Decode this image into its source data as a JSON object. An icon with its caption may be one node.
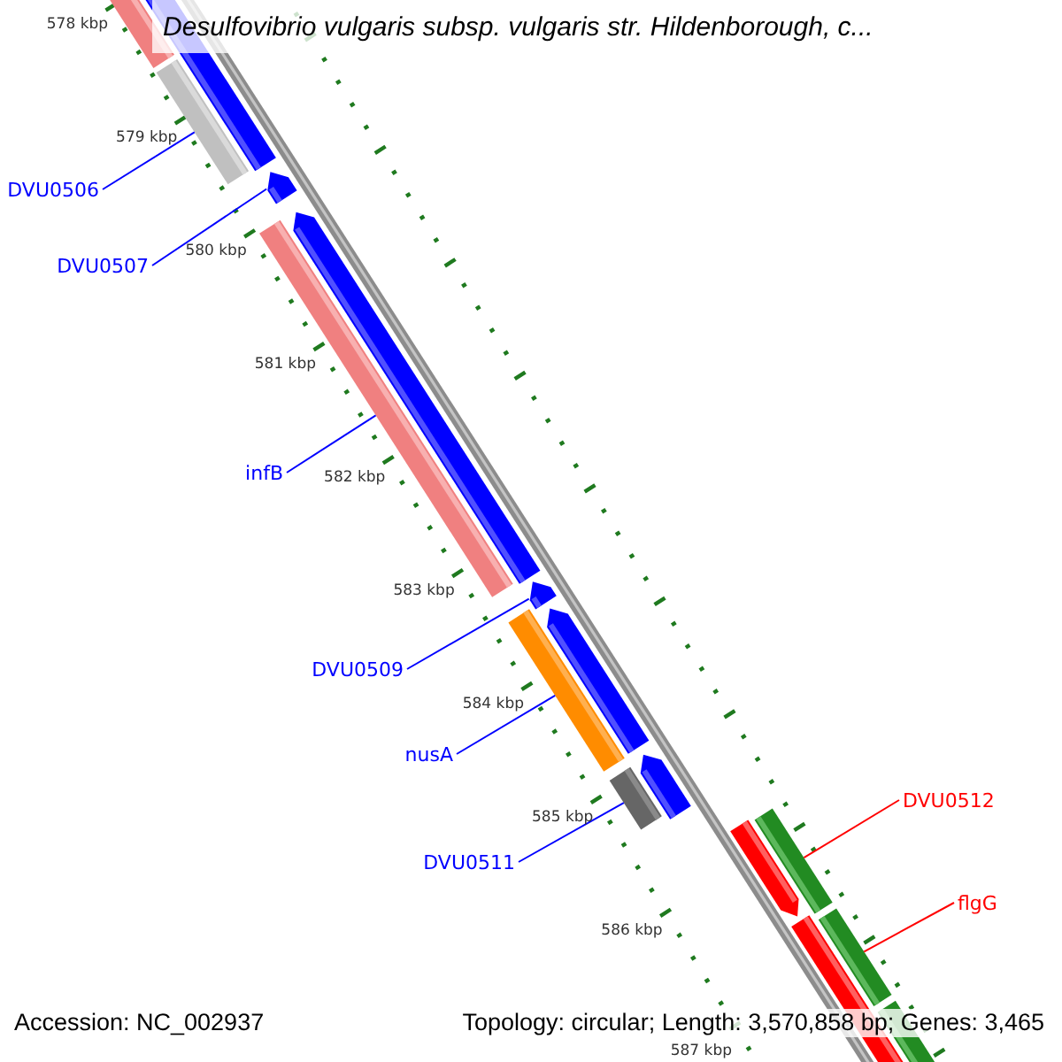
{
  "diagram": {
    "title": "Desulfovibrio vulgaris subsp. vulgaris str. Hildenborough, c...",
    "nodes": [
      {
        "text": [
          "DVU0506"
        ]
      },
      {
        "text": [],
        "shape": "bar"
      },
      {
        "text": [
          "DVU0507"
        ]
      },
      {
        "text": [],
        "shape": "bar"
      },
      {
        "text": [
          "infB"
        ]
      },
      {
        "text": [],
        "shape": "bar"
      },
      {
        "text": [
          "DVU0509"
        ]
      },
      {
        "text": [],
        "shape": "bar"
      },
      {
        "text": [
          "nusA"
        ]
      },
      {
        "text": [],
        "shape": "bar"
      },
      {
        "text": [
          "DVU0511"
        ]
      },
      {
        "text": [],
        "shape": "bar"
      },
      {
        "text": [
          "DVU0512"
        ]
      },
      {
        "text": [],
        "shape": "bar"
      },
      {
        "text": [
          "flgG"
        ]
      },
      {
        "text": [],
        "shape": "bar"
      }
    ],
    "edges": [
      {
        "from": 0,
        "to": 1,
        "arrow": "none"
      },
      {
        "from": 2,
        "to": 3,
        "arrow": "none"
      },
      {
        "from": 4,
        "to": 5,
        "arrow": "none"
      },
      {
        "from": 6,
        "to": 7,
        "arrow": "none"
      },
      {
        "from": 8,
        "to": 9,
        "arrow": "none"
      },
      {
        "from": 10,
        "to": 11,
        "arrow": "none"
      },
      {
        "from": 12,
        "to": 13,
        "arrow": "none",
        "color": "#ff0000"
      },
      {
        "from": 14,
        "to": 15,
        "arrow": "none",
        "color": "#ff0000"
      }
    ],
    "labels": [
      "578 kbp",
      "579 kbp",
      "580 kbp",
      "581 kbp",
      "582 kbp",
      "583 kbp",
      "584 kbp",
      "585 kbp",
      "586 kbp",
      "587 kbp",
      "Accession: NC_002937",
      "Topology: circular; Length: 3,570,858 bp; Genes: 3,465"
    ]
  }
}
